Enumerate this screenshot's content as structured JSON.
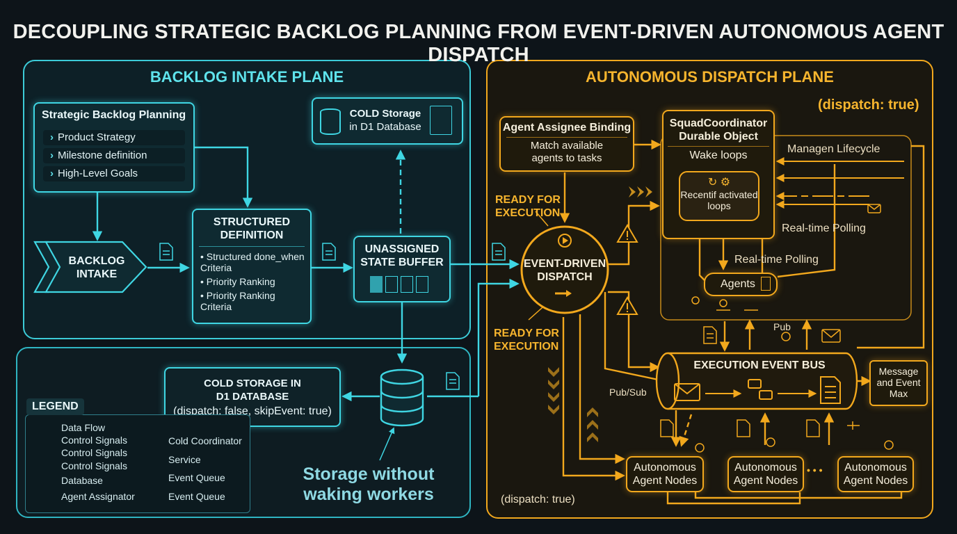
{
  "title": "DECOUPLING STRATEGIC BACKLOG PLANNING FROM EVENT-DRIVEN AUTONOMOUS AGENT DISPATCH",
  "intake": {
    "plane_title": "BACKLOG INTAKE PLANE",
    "strategic": {
      "title": "Strategic Backlog Planning",
      "items": [
        "Product Strategy",
        "Milestone definition",
        "High-Level Goals"
      ]
    },
    "backlog_intake": [
      "BACKLOG",
      "INTAKE"
    ],
    "structured": {
      "title": [
        "STRUCTURED",
        "DEFINITION"
      ],
      "bullets": [
        "Structured done_when Criteria",
        "Priority Ranking",
        "Priority Ranking Criteria"
      ]
    },
    "buffer": [
      "UNASSIGNED",
      "STATE BUFFER"
    ],
    "cold_top": [
      "COLD Storage",
      "in D1 Database"
    ]
  },
  "storage": {
    "cold_box": [
      "COLD STORAGE IN",
      "D1 DATABASE",
      "(dispatch: false, skipEvent: true)"
    ],
    "note": [
      "Storage without",
      "waking workers"
    ]
  },
  "legend": {
    "title": "LEGEND",
    "left": [
      "Data Flow",
      "Control Signals",
      "Control Signals",
      "Control Signals",
      "Database",
      "Agent Assignator"
    ],
    "right": [
      "Cold Coordinator",
      "Service",
      "Event Queue",
      "Event Queue"
    ]
  },
  "dispatch_plane": {
    "plane_title": "AUTONOMOUS DISPATCH PLANE",
    "flag": "(dispatch: true)",
    "binding": {
      "title": "Agent Assignee Binding",
      "body": [
        "Match available",
        "agents to tasks"
      ]
    },
    "squad": {
      "title": [
        "SquadCoordinator",
        "Durable Object"
      ],
      "wake": "Wake loops",
      "recent": [
        "Recentif activated",
        "loops"
      ]
    },
    "manage": "Managen Lifecycle",
    "poll_1": "Real-time Polling",
    "poll_2": "Real-time Polling",
    "agents": "Agents",
    "ready_1": [
      "READY FOR",
      "EXECUTION"
    ],
    "ready_2": [
      "READY FOR",
      "EXECUTION"
    ],
    "hub": [
      "EVENT-DRIVEN",
      "DISPATCH"
    ],
    "bus": "EXECUTION EVENT BUS",
    "pubsub": "Pub/Sub",
    "pub": "Pub",
    "msg": [
      "Message",
      "and Event",
      "Max"
    ],
    "nodes": [
      [
        "Autonomous",
        "Agent Nodes"
      ],
      [
        "Autonomous",
        "Agent Nodes"
      ],
      [
        "Autonomous",
        "Agent Nodes"
      ]
    ],
    "ellipsis": "• • •",
    "bottom_flag": "(dispatch: true)"
  },
  "colors": {
    "cyan": "#3fd6e3",
    "amber": "#f2a81d",
    "background": "#0d1419"
  }
}
